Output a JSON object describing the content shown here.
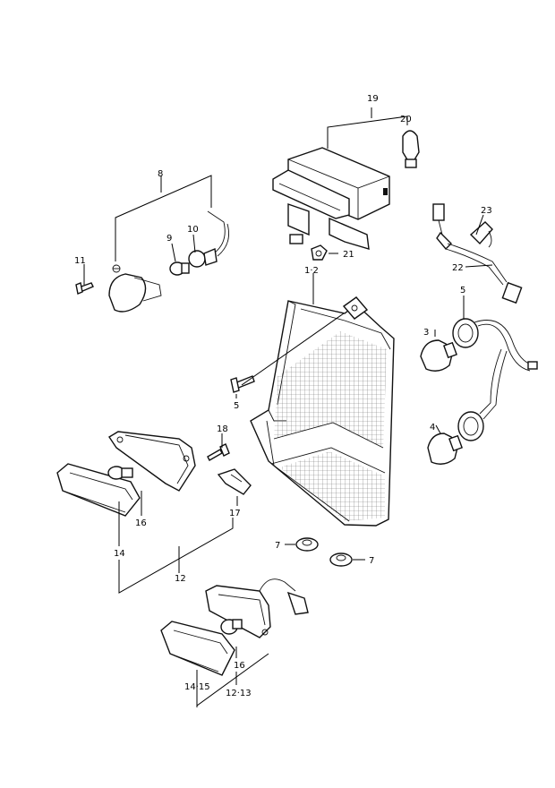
{
  "labels": {
    "p19": "19",
    "p20": "20",
    "p8": "8",
    "p9": "9",
    "p10": "10",
    "p11": "11",
    "p21": "21",
    "p23": "23",
    "p22": "22",
    "p1_2": "1·2",
    "p5a": "5",
    "p3": "3",
    "p5b": "5",
    "p4": "4",
    "p18": "18",
    "p16a": "16",
    "p17": "17",
    "p14": "14",
    "p12": "12",
    "p7a": "7",
    "p7b": "7",
    "p16b": "16",
    "p14_15": "14·15",
    "p12_13": "12·13"
  }
}
